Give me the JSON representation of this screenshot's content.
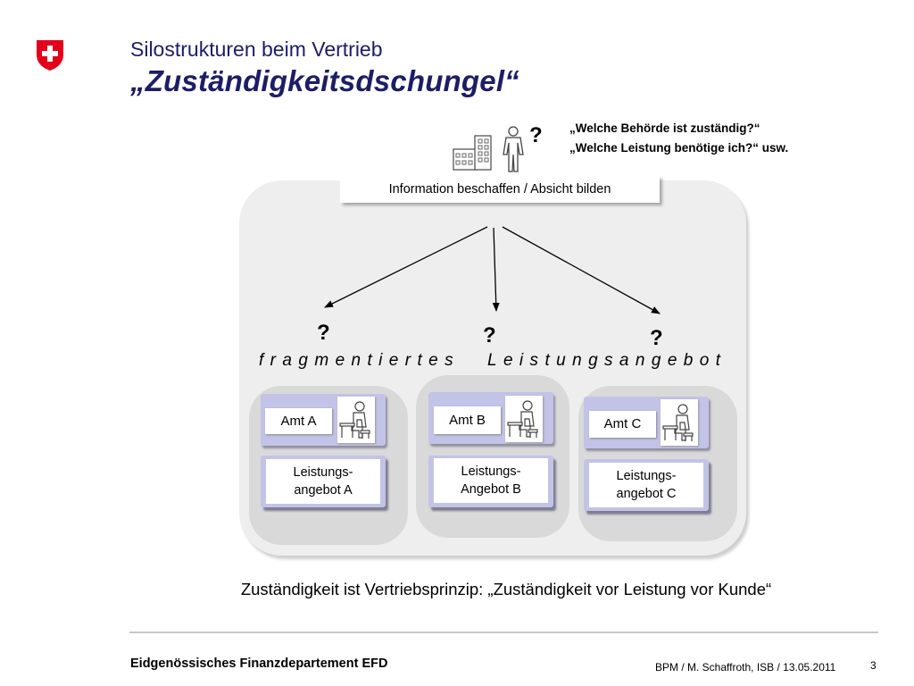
{
  "slide": {
    "title_line1": "Silostrukturen beim Vertrieb",
    "title_line2": "„Zuständigkeitsdschungel“",
    "questions": {
      "line1": "„Welche Behörde ist zuständig?“",
      "line2": "„Welche Leistung benötige ich?“ usw."
    },
    "header_question_mark": "?",
    "info_box": "Information beschaffen / Absicht bilden",
    "question_marks": [
      "?",
      "?",
      "?"
    ],
    "fragmented_word1": "fragmentiertes",
    "fragmented_word2": "Leistungsangebot",
    "offices": [
      {
        "amt": "Amt A",
        "leistung_line1": "Leistungs-",
        "leistung_line2": "angebot A"
      },
      {
        "amt": "Amt B",
        "leistung_line1": "Leistungs-",
        "leistung_line2": "Angebot B"
      },
      {
        "amt": "Amt C",
        "leistung_line1": "Leistungs-",
        "leistung_line2": "angebot C"
      }
    ],
    "statement": "Zuständigkeit ist Vertriebsprinzip: „Zuständigkeit vor Leistung vor Kunde“"
  },
  "footer": {
    "department": "Eidgenössisches Finanzdepartement EFD",
    "author_date": "BPM / M. Schaffroth, ISB / 13.05.2011",
    "page_number": "3"
  },
  "icons": [
    "swiss-cross-logo-icon",
    "building-icon",
    "person-standing-icon",
    "person-at-desk-icon"
  ],
  "colors": {
    "title": "#1d1d66",
    "panel": "#eeeeee",
    "sub_panel": "#d9d9d9",
    "amt_bar": "#c2c3e6",
    "logo_red": "#e3001b"
  }
}
